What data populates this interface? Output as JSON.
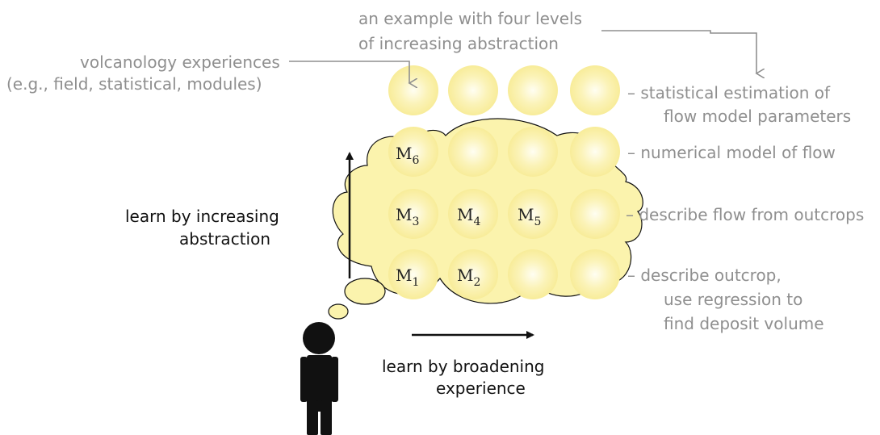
{
  "annotations": {
    "example_line1": "an example with four levels",
    "example_line2": "of increasing abstraction",
    "volcanology_line1": "volcanology experiences",
    "volcanology_line2": "(e.g., field, statistical, modules)"
  },
  "levels": {
    "level4_line1": "– statistical estimation of",
    "level4_line2": "flow model parameters",
    "level3": "– numerical model of flow",
    "level2": "– describe flow from outcrops",
    "level1_line1": "– describe outcrop,",
    "level1_line2": "use regression to",
    "level1_line3": "find deposit volume"
  },
  "axes": {
    "vertical_line1": "learn by increasing",
    "vertical_line2": "abstraction",
    "horizontal_line1": "learn by broadening",
    "horizontal_line2": "experience"
  },
  "modules": [
    {
      "letter": "M",
      "sub": "1"
    },
    {
      "letter": "M",
      "sub": "2"
    },
    {
      "letter": "M",
      "sub": "3"
    },
    {
      "letter": "M",
      "sub": "4"
    },
    {
      "letter": "M",
      "sub": "5"
    },
    {
      "letter": "M",
      "sub": "6"
    }
  ],
  "colors": {
    "bubble_fill": "#fbf3ad",
    "circle_center": "#fffce8",
    "circle_edge": "#f7ea8f",
    "annotation_gray": "#8f8f8f",
    "text_black": "#111111"
  },
  "icons": [
    "person-icon",
    "thought-bubble-icon",
    "up-arrow-icon",
    "right-arrow-icon"
  ]
}
